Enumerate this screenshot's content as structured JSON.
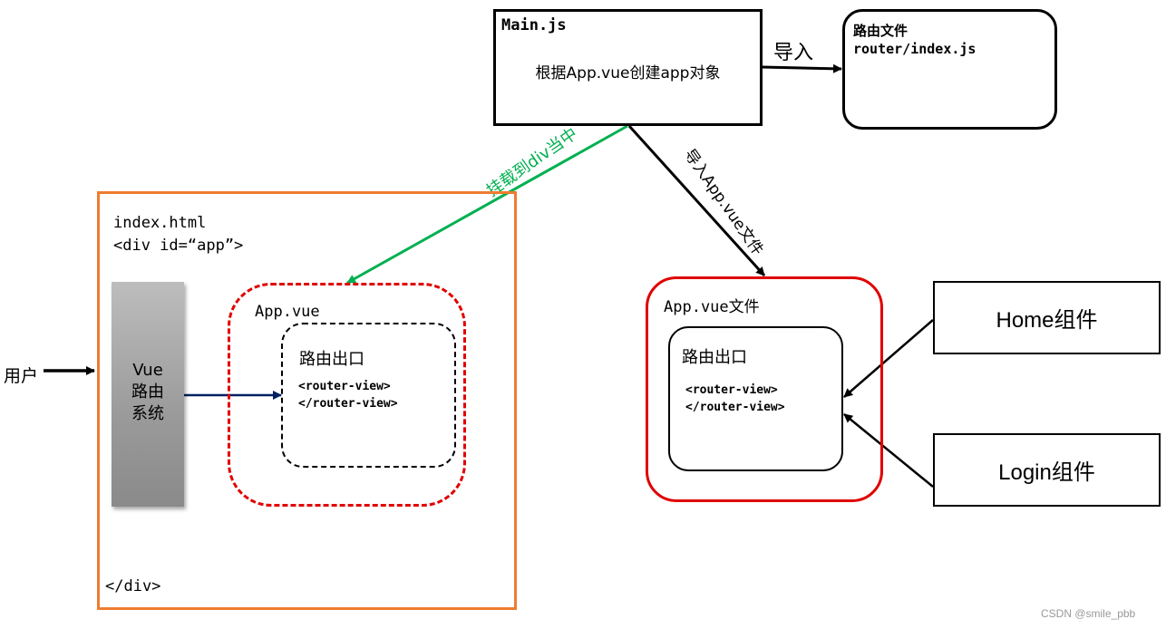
{
  "main": {
    "title": "Main.js",
    "description": "根据App.vue创建app对象"
  },
  "router_file": {
    "title": "路由文件",
    "path": "router/index.js"
  },
  "import_label": "导入",
  "mount_label": "挂载到div当中",
  "import_app_label": "导入App.vue文件",
  "index_html": {
    "line1": "index.html",
    "line2": "<div id=“app”>",
    "close": "</div>"
  },
  "user_label": "用户",
  "vue_router": {
    "line1": "Vue",
    "line2": "路由",
    "line3": "系统"
  },
  "app_vue_dashed": {
    "label": "App.vue",
    "outlet_title": "路由出口",
    "code_open": "<router-view>",
    "code_close": "</router-view>"
  },
  "app_vue_file": {
    "label": "App.vue文件",
    "outlet_title": "路由出口",
    "code_open": "<router-view>",
    "code_close": "</router-view>"
  },
  "components": {
    "home": "Home组件",
    "login": "Login组件"
  },
  "watermark": "CSDN @smile_pbb",
  "colors": {
    "orange": "#ed7d31",
    "red": "#e00000",
    "green": "#00b050",
    "navy": "#002060"
  }
}
